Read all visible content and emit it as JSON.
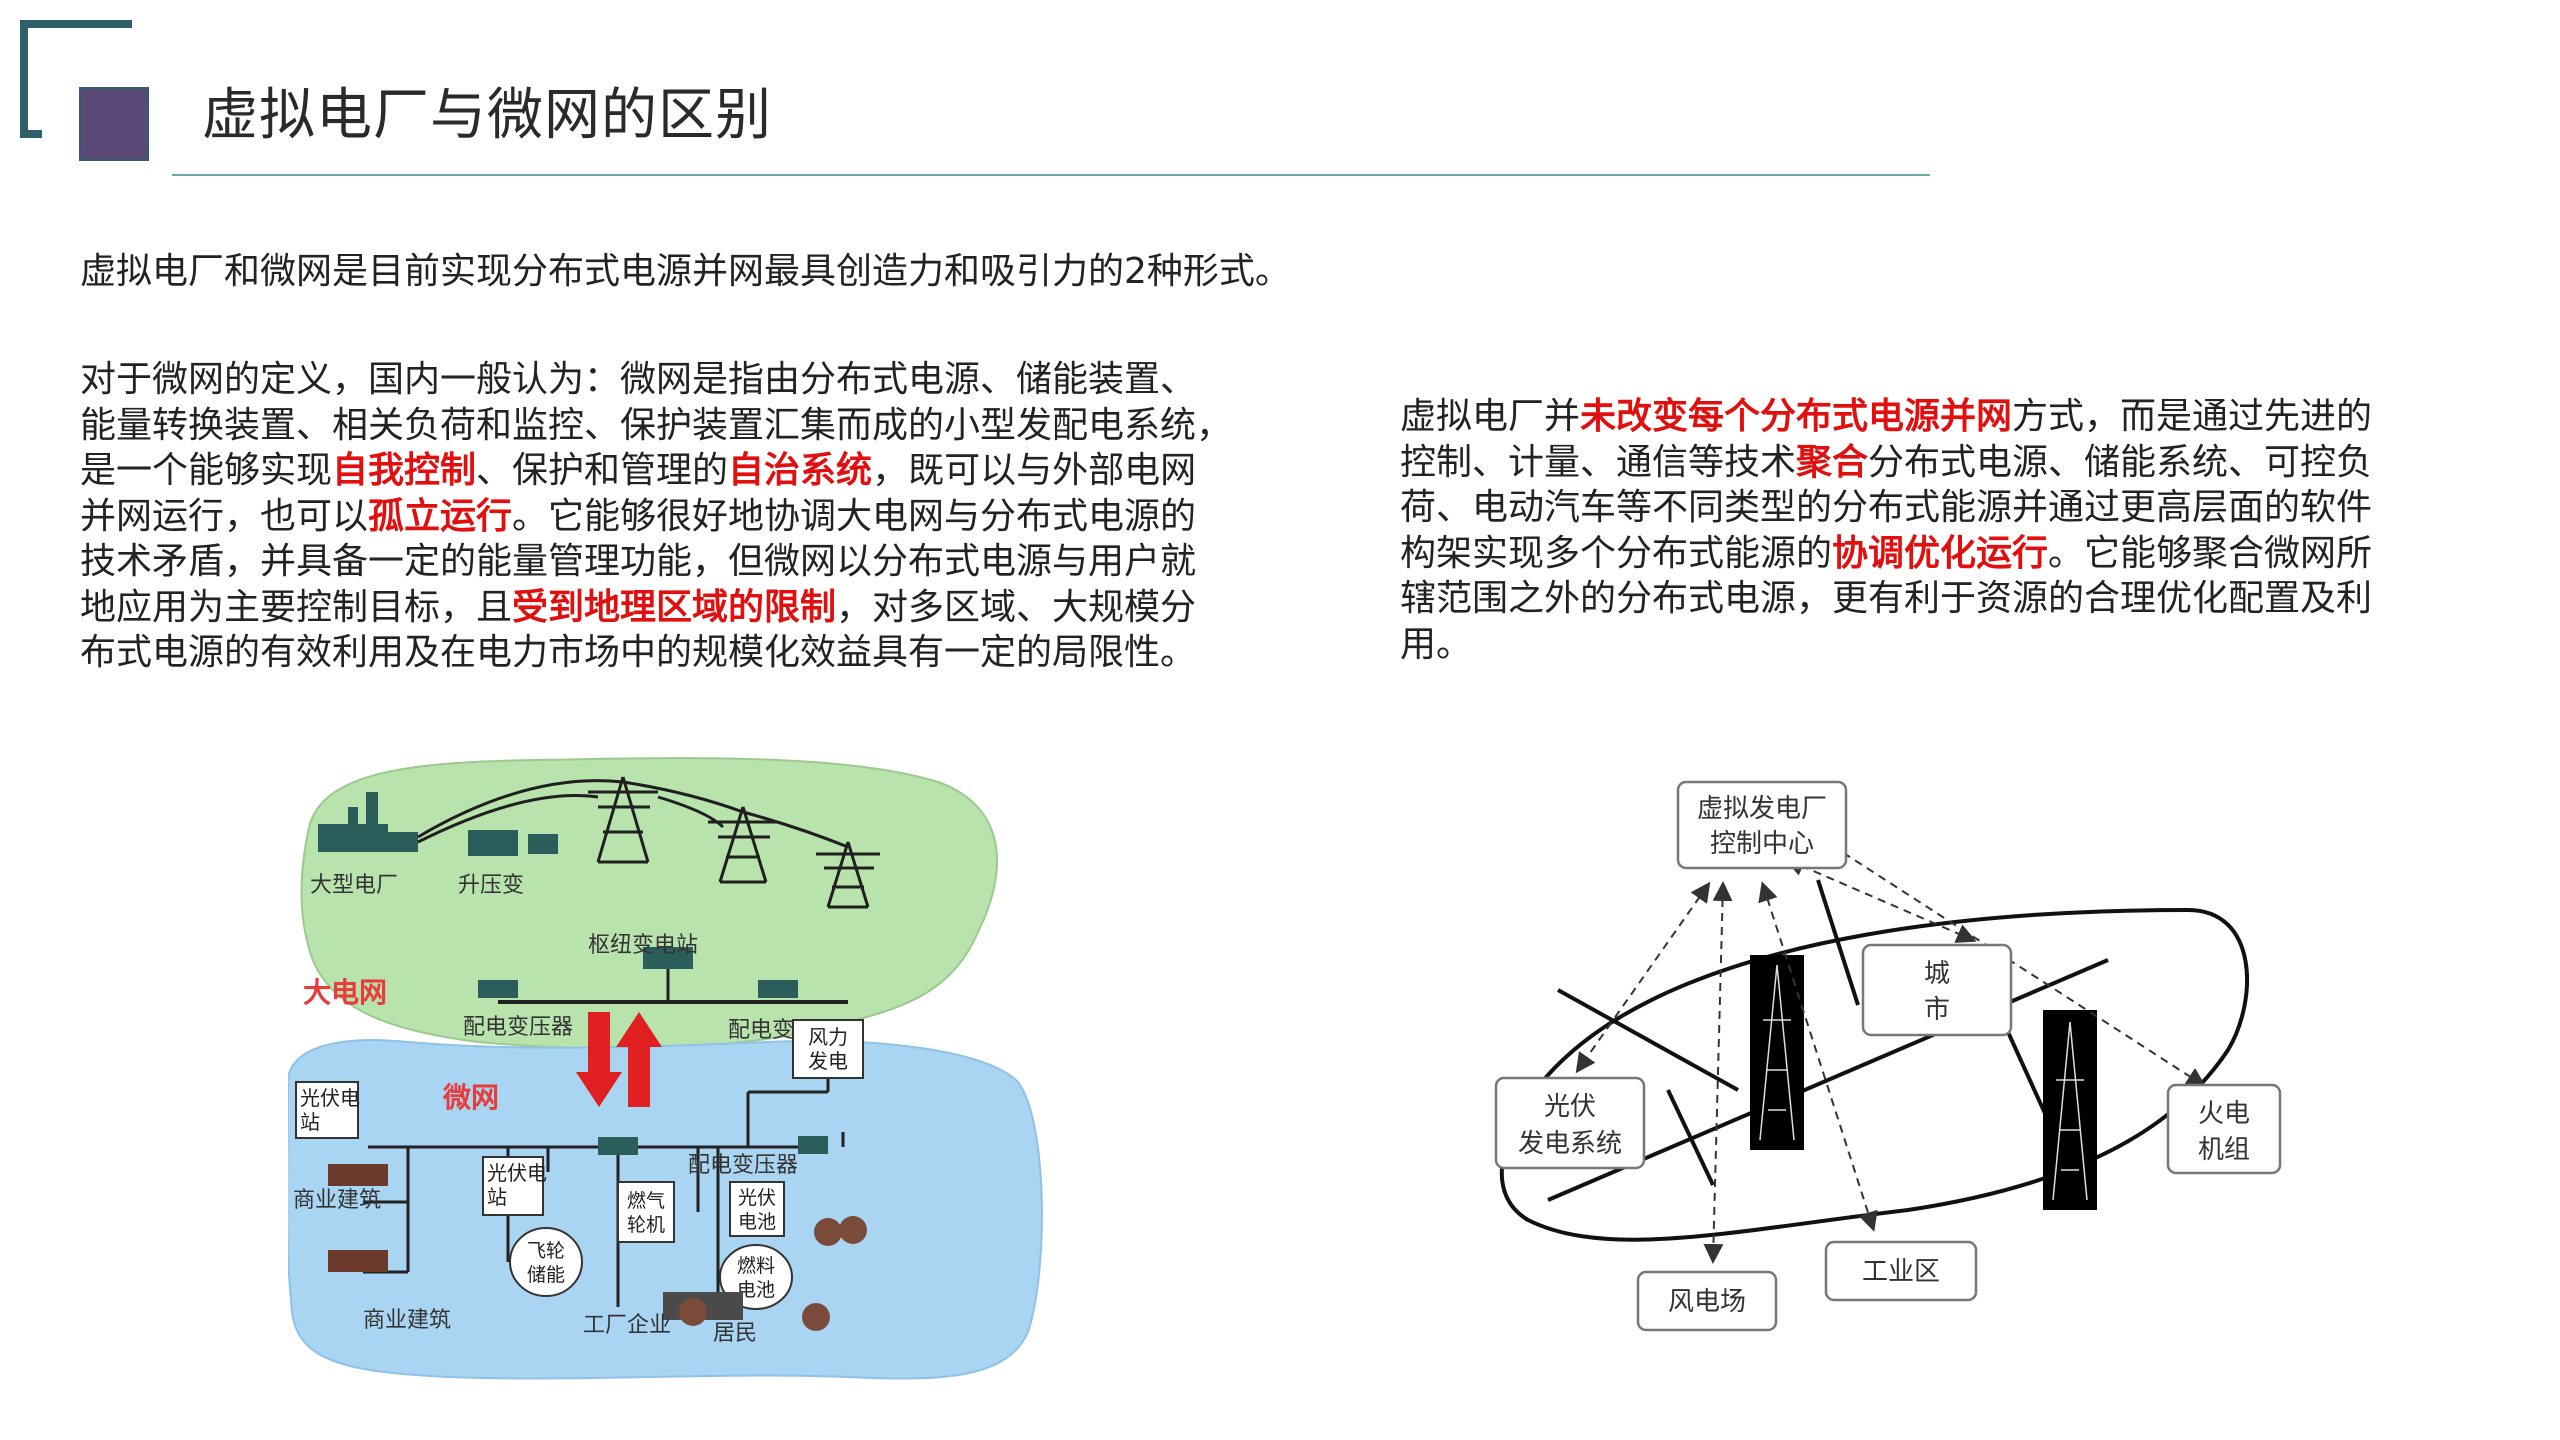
{
  "page": {
    "title": "虚拟电厂与微网的区别",
    "intro": "虚拟电厂和微网是目前实现分布式电源并网最具创造力和吸引力的2种形式。"
  },
  "microgrid_text": {
    "lines": [
      [
        {
          "t": "对于微网的定义，国内一般认为：微网是指由分布式电源、储能装置、"
        }
      ],
      [
        {
          "t": "能量转换装置、相关负荷和监控、保护装置汇集而成的小型发配电系统，"
        }
      ],
      [
        {
          "t": "是一个能够实现"
        },
        {
          "t": "自我控制",
          "hl": true
        },
        {
          "t": "、保护和管理的"
        },
        {
          "t": "自治系统",
          "hl": true
        },
        {
          "t": "，既可以与外部电网"
        }
      ],
      [
        {
          "t": "并网运行，也可以"
        },
        {
          "t": "孤立运行",
          "hl": true
        },
        {
          "t": "。它能够很好地协调大电网与分布式电源的"
        }
      ],
      [
        {
          "t": "技术矛盾，并具备一定的能量管理功能，但微网以分布式电源与用户就"
        }
      ],
      [
        {
          "t": "地应用为主要控制目标，且"
        },
        {
          "t": "受到地理区域的限制",
          "hl": true
        },
        {
          "t": "，对多区域、大规模分"
        }
      ],
      [
        {
          "t": "布式电源的有效利用及在电力市场中的规模化效益具有一定的局限性。"
        }
      ]
    ]
  },
  "vpp_text": {
    "lines": [
      [
        {
          "t": "虚拟电厂并"
        },
        {
          "t": "未改变每个分布式电源并网",
          "hl": true
        },
        {
          "t": "方式，而是通过先进的"
        }
      ],
      [
        {
          "t": "控制、计量、通信等技术"
        },
        {
          "t": "聚合",
          "hl": true
        },
        {
          "t": "分布式电源、储能系统、可控负"
        }
      ],
      [
        {
          "t": "荷、电动汽车等不同类型的分布式能源并通过更高层面的软件"
        }
      ],
      [
        {
          "t": "构架实现多个分布式能源的"
        },
        {
          "t": "协调优化运行",
          "hl": true
        },
        {
          "t": "。它能够聚合微网所"
        }
      ],
      [
        {
          "t": "辖范围之外的分布式电源，更有利于资源的合理优化配置及利"
        }
      ],
      [
        {
          "t": "用。"
        }
      ]
    ]
  },
  "microgrid_figure": {
    "big_grid_label": "大电网",
    "microgrid_label": "微网",
    "large_plant": "大型电厂",
    "step_up": "升压变",
    "hub_substation": "枢纽变电站",
    "dist_transformer_left": "配电变压器",
    "dist_transformer_right": "配电变压器",
    "mg_transformer": "配电变压器",
    "wind_l1": "风力",
    "wind_l2": "发电",
    "pv_station_l1": "光伏电",
    "pv_station_l2": "站",
    "pv_station2_l1": "光伏电",
    "pv_station2_l2": "站",
    "commercial_1": "商业建筑",
    "commercial_2": "商业建筑",
    "flywheel_l1": "飞轮",
    "flywheel_l2": "储能",
    "gas_turbine_l1": "燃气",
    "gas_turbine_l2": "轮机",
    "factory": "工厂企业",
    "pv_cell_l1": "光伏",
    "pv_cell_l2": "电池",
    "fuel_cell_l1": "燃料",
    "fuel_cell_l2": "电池",
    "residents": "居民",
    "colors": {
      "green": "#b9e3ad",
      "blue": "#a9d4f2",
      "arrow": "#e02020",
      "label_red": "#e83b3b"
    }
  },
  "vpp_figure": {
    "control_center_l1": "虚拟发电厂",
    "control_center_l2": "控制中心",
    "city_l1": "城",
    "city_l2": "市",
    "pv_l1": "光伏",
    "pv_l2": "发电系统",
    "thermal_l1": "火电",
    "thermal_l2": "机组",
    "wind_farm": "风电场",
    "industrial": "工业区"
  },
  "colors": {
    "accent_purple": "#5b4a78",
    "accent_teal": "#2f5f68",
    "highlight_red": "#e11010"
  }
}
